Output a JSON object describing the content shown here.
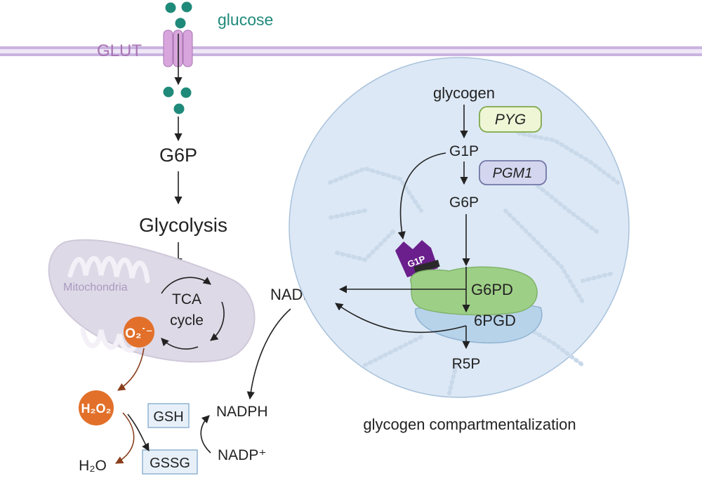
{
  "labels": {
    "glucose": "glucose",
    "glut": "GLUT",
    "g6p_left": "G6P",
    "glycolysis": "Glycolysis",
    "mitochondria": "Mitochondria",
    "tca_line1": "TCA",
    "tca_line2": "cycle",
    "superoxide": "O₂˙⁻",
    "h2o2": "H₂O₂",
    "h2o": "H₂O",
    "gsh": "GSH",
    "gssg": "GSSG",
    "nadph_bottom": "NADPH",
    "nadp_plus": "NADP⁺",
    "nadph_center": "NADPH",
    "glycogen": "glycogen",
    "pyg": "PYG",
    "g1p": "G1P",
    "pgm1": "PGM1",
    "g6p_right": "G6P",
    "g1p_sensor": "G1P",
    "g6pd": "G6PD",
    "pgd": "6PGD",
    "r5p": "R5P",
    "compartment_caption": "glycogen compartmentalization"
  },
  "colors": {
    "membrane": "#c9b3e0",
    "glucose_molecule": "#1f8a7a",
    "glucose_text": "#1f8a7a",
    "glut": "#d8a6dc",
    "glut_text": "#a874b4",
    "mitochondria": "#ded9e6",
    "mitochondria_text": "#a89ac0",
    "ros_orange": "#e2702a",
    "compartment": "#dce8f5",
    "pyg_box": "#eef6d6",
    "pyg_border": "#7fa84a",
    "pgm1_box": "#d3d6ee",
    "pgm1_border": "#7276a6",
    "g6pd_green": "#9ecf86",
    "pgd_blue": "#b7d3ea",
    "g1p_sensor": "#6a1f8c",
    "gsh_box": "#e7f0f8"
  }
}
